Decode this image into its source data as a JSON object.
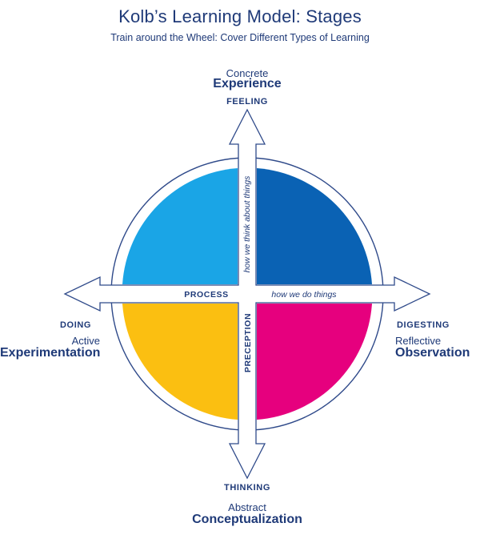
{
  "title": "Kolb’s Learning Model: Stages",
  "subtitle": "Train around the Wheel: Cover Different Types of Learning",
  "top": {
    "small": "Concrete",
    "big": "Experience",
    "axis": "FEELING"
  },
  "bottom": {
    "axis": "THINKING",
    "small": "Abstract",
    "big": "Conceptualization"
  },
  "left": {
    "axis": "DOING",
    "small": "Active",
    "big": "Experimentation"
  },
  "right": {
    "axis": "DIGESTING",
    "small": "Reflective",
    "big": "Observation"
  },
  "arms": {
    "vertical_upper": "how we think about things",
    "vertical_lower": "PRECEPTION",
    "horizontal_left": "PROCESS",
    "horizontal_right": "how we do things"
  },
  "colors": {
    "text": "#1f3a78",
    "top_left": "#1aa5e6",
    "top_right": "#0a62b4",
    "bottom_left": "#fbbf11",
    "bottom_right": "#e6007e",
    "outline": "#2f4a8a"
  }
}
